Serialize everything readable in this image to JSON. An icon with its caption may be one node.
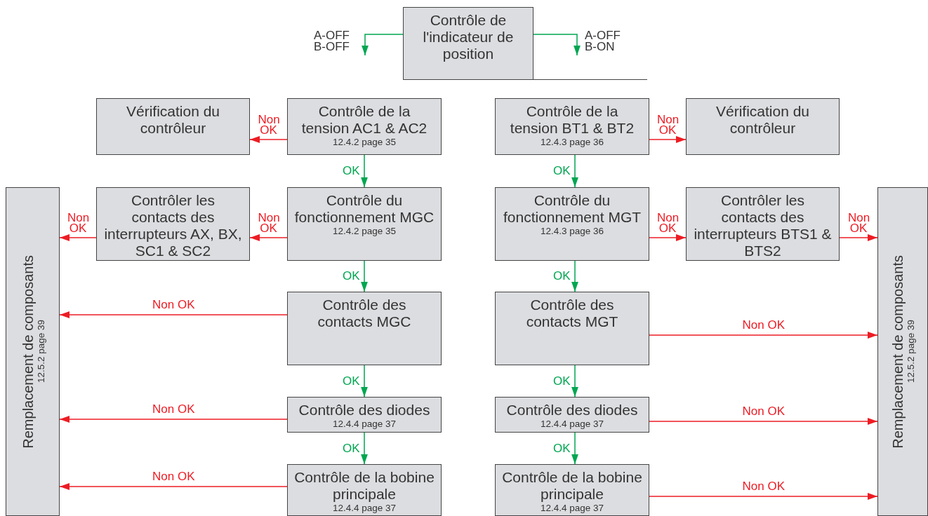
{
  "diagram": {
    "nodes": [
      {
        "text": [
          "Contrôle de l'indicateur de position"
        ]
      },
      {
        "text": [
          "A-OFF B-OFF"
        ]
      },
      {
        "text": [
          "A-OFF B-ON"
        ]
      },
      {
        "text": [
          "Vérification du contrôleur"
        ]
      },
      {
        "text": [
          "Contrôle de la tension AC1 & AC2",
          "12.4.2 page 35"
        ]
      },
      {
        "text": [
          "Contrôle de la tension BT1 & BT2",
          "12.4.3 page 36"
        ]
      },
      {
        "text": [
          "Vérification du contrôleur"
        ]
      },
      {
        "text": [
          "Remplacement de composants",
          "12.5.2 page 39"
        ]
      },
      {
        "text": [
          "Contrôler les contacts des interrupteurs AX, BX, SC1 & SC2"
        ]
      },
      {
        "text": [
          "Contrôle du fonctionnement MGC",
          "12.4.2 page 35"
        ]
      },
      {
        "text": [
          "Contrôle du fonctionnement MGT",
          "12.4.3 page 36"
        ]
      },
      {
        "text": [
          "Contrôler les contacts des interrupteurs BTS1 & BTS2"
        ]
      },
      {
        "text": [
          "Remplacement de composants",
          "12.5.2 page 39"
        ]
      },
      {
        "text": [
          "Contrôle des contacts MGC"
        ]
      },
      {
        "text": [
          "Contrôle des contacts MGT"
        ]
      },
      {
        "text": [
          "Contrôle des diodes",
          "12.4.4 page 37"
        ]
      },
      {
        "text": [
          "Contrôle des diodes",
          "12.4.4 page 37"
        ]
      },
      {
        "text": [
          "Contrôle de la bobine principale",
          "12.4.4 page 37"
        ]
      },
      {
        "text": [
          "Contrôle de la bobine principale",
          "12.4.4 page 37"
        ]
      }
    ],
    "edges": [
      {
        "from": 0,
        "to": 1,
        "arrow": "to",
        "color": "#00a651"
      },
      {
        "from": 0,
        "to": 2,
        "arrow": "to",
        "color": "#00a651"
      },
      {
        "from": 4,
        "to": 3,
        "arrow": "to",
        "label": "Non OK"
      },
      {
        "from": 5,
        "to": 6,
        "arrow": "to",
        "label": "Non OK"
      },
      {
        "from": 4,
        "to": 9,
        "arrow": "to",
        "label": "OK",
        "color": "#00a651"
      },
      {
        "from": 5,
        "to": 10,
        "arrow": "to",
        "label": "OK",
        "color": "#00a651"
      },
      {
        "from": 9,
        "to": 8,
        "arrow": "to",
        "label": "Non OK"
      },
      {
        "from": 8,
        "to": 7,
        "arrow": "to",
        "label": "Non OK"
      },
      {
        "from": 10,
        "to": 11,
        "arrow": "to",
        "label": "Non OK"
      },
      {
        "from": 11,
        "to": 12,
        "arrow": "to",
        "label": "Non OK"
      },
      {
        "from": 9,
        "to": 13,
        "arrow": "to",
        "label": "OK",
        "color": "#00a651"
      },
      {
        "from": 10,
        "to": 14,
        "arrow": "to",
        "label": "OK",
        "color": "#00a651"
      },
      {
        "from": 13,
        "to": 7,
        "arrow": "to",
        "label": "Non OK"
      },
      {
        "from": 14,
        "to": 12,
        "arrow": "to",
        "label": "Non OK"
      },
      {
        "from": 13,
        "to": 15,
        "arrow": "to",
        "label": "OK",
        "color": "#00a651"
      },
      {
        "from": 14,
        "to": 16,
        "arrow": "to",
        "label": "OK",
        "color": "#00a651"
      },
      {
        "from": 15,
        "to": 7,
        "arrow": "to",
        "label": "Non OK"
      },
      {
        "from": 16,
        "to": 12,
        "arrow": "to",
        "label": "Non OK"
      },
      {
        "from": 15,
        "to": 17,
        "arrow": "to",
        "label": "OK",
        "color": "#00a651"
      },
      {
        "from": 16,
        "to": 18,
        "arrow": "to",
        "label": "OK",
        "color": "#00a651"
      },
      {
        "from": 17,
        "to": 7,
        "arrow": "to",
        "label": "Non OK"
      },
      {
        "from": 18,
        "to": 12,
        "arrow": "to",
        "label": "Non OK"
      }
    ]
  }
}
